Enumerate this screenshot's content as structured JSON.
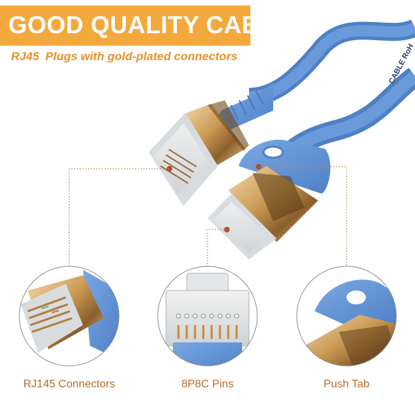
{
  "banner": {
    "title": "GOOD QUALITY CABLE"
  },
  "subtitle": {
    "prefix": "RJ45",
    "text": "Plugs with gold-plated connectors"
  },
  "cable_print": "CABLE RoH",
  "captions": {
    "left": "RJ145 Connectors",
    "center": "8P8C Pins",
    "right": "Push Tab"
  },
  "colors": {
    "banner_bg": "#f4a93c",
    "subtitle_text": "#e6922e",
    "caption_text": "#b86b2e",
    "cable_blue": "#5b8fd4",
    "gold": "#d6a55c",
    "callout_dot": "#b5492e"
  }
}
